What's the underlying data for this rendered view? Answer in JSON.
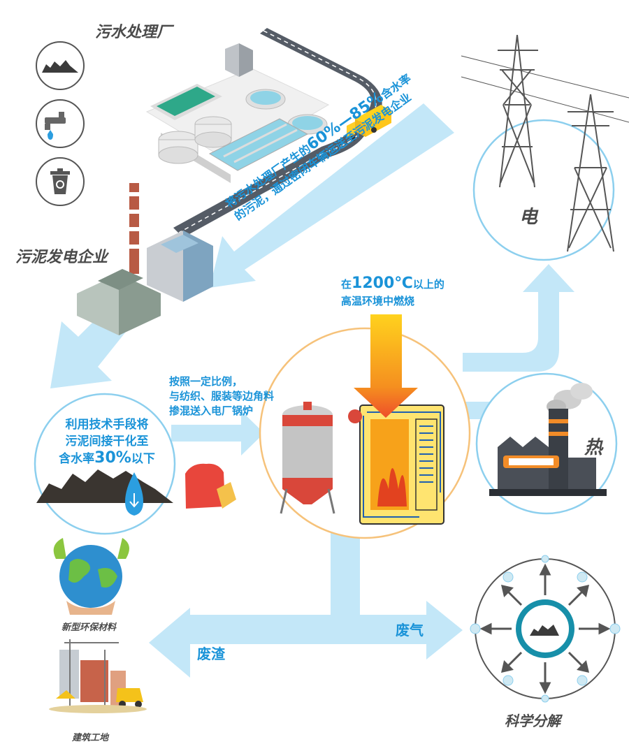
{
  "titles": {
    "sewage_plant": "污水处理厂",
    "sludge_power": "污泥发电企业",
    "electricity": "电",
    "heat": "热",
    "new_material": "新型环保材料",
    "construction": "建筑工地",
    "science": "科学分解"
  },
  "transport": {
    "line1_a": "将污水处理厂产生的",
    "line1_pct": "60%—85%",
    "line1_b": "含水率",
    "line2": "的污泥，通过密闭车辆运送至污泥发电企业"
  },
  "dry": {
    "line1": "利用技术手段将",
    "line2": "污泥间接干化至",
    "line3_a": "含水率",
    "line3_pct": "30%",
    "line3_b": "以下"
  },
  "mix": {
    "line1": "按照一定比例，",
    "line2": "与纺织、服装等边角料",
    "line3": "掺混送入电厂锅炉"
  },
  "burn": {
    "line1_a": "在",
    "line1_temp": "1200℃",
    "line1_b": "以上的",
    "line2": "高温环境中燃烧"
  },
  "outputs": {
    "slag": "废渣",
    "gas": "废气"
  },
  "colors": {
    "arrow_blue": "#c3e7f8",
    "text_blue": "#1a93d8",
    "circle_blue": "#8ccfee",
    "circle_orange": "#f6c27a",
    "flame_red": "#ee4e2a",
    "flame_yellow": "#ffd21e"
  }
}
